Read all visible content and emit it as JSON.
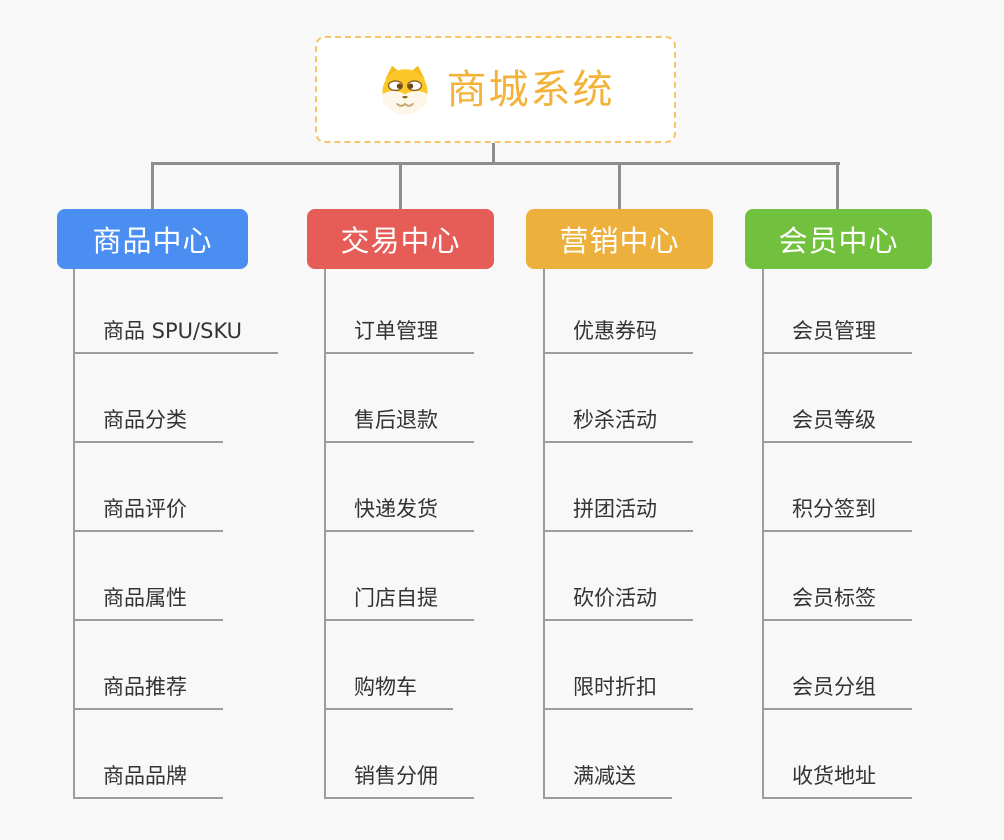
{
  "root": {
    "title": "商城系统",
    "icon": "shiba-dog-icon",
    "title_color": "#f2b338",
    "border_color": "#f6c469"
  },
  "connector_color": "#8e8e8e",
  "background_color": "#f8f8f8",
  "branches": [
    {
      "label": "商品中心",
      "color": "#4a8ef2",
      "items": [
        "商品 SPU/SKU",
        "商品分类",
        "商品评价",
        "商品属性",
        "商品推荐",
        "商品品牌"
      ]
    },
    {
      "label": "交易中心",
      "color": "#e65c57",
      "items": [
        "订单管理",
        "售后退款",
        "快递发货",
        "门店自提",
        "购物车",
        "销售分佣"
      ]
    },
    {
      "label": "营销中心",
      "color": "#eeb03c",
      "items": [
        "优惠券码",
        "秒杀活动",
        "拼团活动",
        "砍价活动",
        "限时折扣",
        "满减送"
      ]
    },
    {
      "label": "会员中心",
      "color": "#72c13e",
      "items": [
        "会员管理",
        "会员等级",
        "积分签到",
        "会员标签",
        "会员分组",
        "收货地址"
      ]
    }
  ]
}
